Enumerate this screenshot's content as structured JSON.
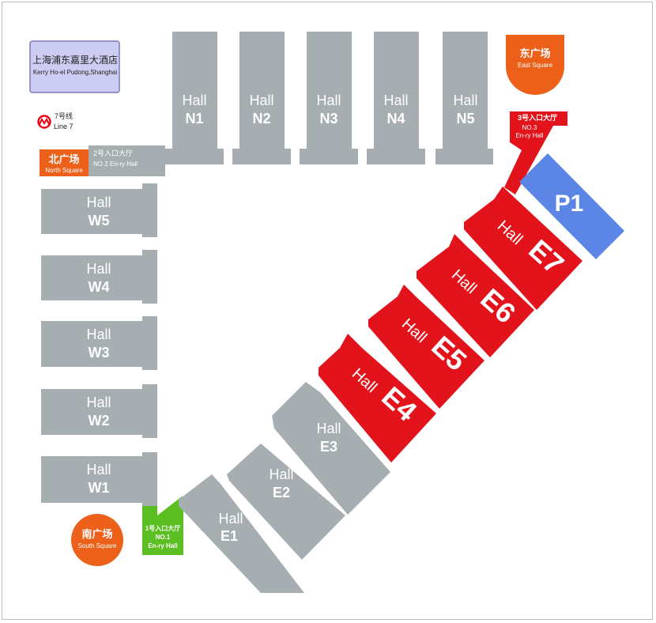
{
  "colors": {
    "hall_grey": "#a6aeb1",
    "hall_red": "#e2131b",
    "p1_blue": "#5b86e5",
    "square_orange": "#ed6019",
    "entry_green": "#5bbf21",
    "hotel_fill": "#cdccf3",
    "hotel_border": "#7d7ab8",
    "metro_red": "#e60012"
  },
  "hotel": {
    "name_cn": "上海浦东嘉里大酒店",
    "name_en": "Kerry Ho-el Pudong,Shanghai"
  },
  "metro": {
    "icon": "metro-logo-icon",
    "name_cn": "7号线",
    "name_en": "Line 7"
  },
  "squares": {
    "east": {
      "cn": "东广场",
      "en": "East Square"
    },
    "north": {
      "cn": "北广场",
      "en": "North Square"
    },
    "south": {
      "cn": "南广场",
      "en": "South Square"
    }
  },
  "entries": {
    "no1": {
      "cn": "1号入口大厅",
      "en1": "NO.1",
      "en2": "En-ry Hall"
    },
    "no2": {
      "cn": "2号入口大厅",
      "en": "NO.2 En-ry Hall"
    },
    "no3": {
      "cn": "3号入口大厅",
      "en1": "NO.3",
      "en2": "En-ry Hall"
    }
  },
  "hall_word": "Hall",
  "halls_north": [
    "N1",
    "N2",
    "N3",
    "N4",
    "N5"
  ],
  "halls_west": [
    "W5",
    "W4",
    "W3",
    "W2",
    "W1"
  ],
  "halls_east_grey": [
    "E3",
    "E2",
    "E1"
  ],
  "halls_east_red": [
    "E7",
    "E6",
    "E5",
    "E4"
  ],
  "parking": "P1"
}
